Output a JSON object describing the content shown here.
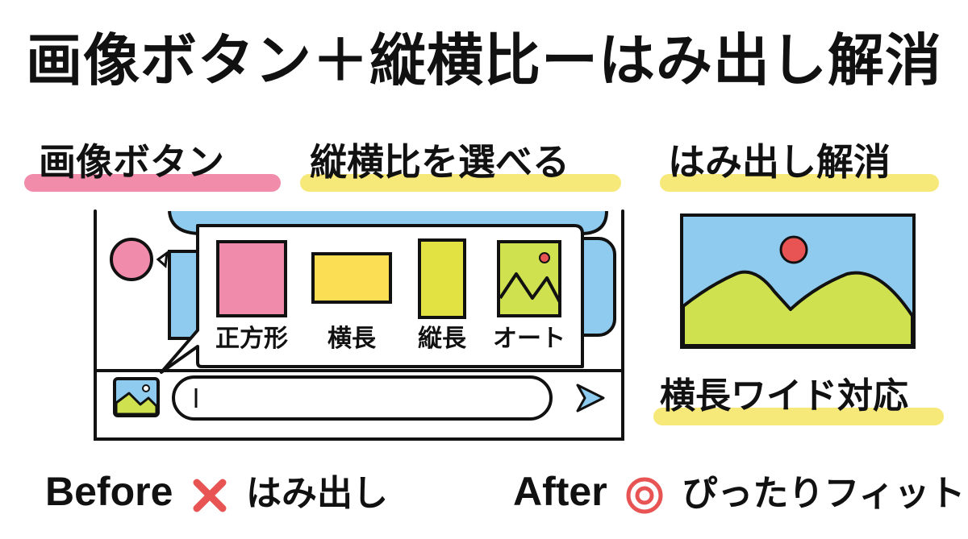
{
  "title": "画像ボタン＋縦横比ーはみ出し解消",
  "sections": {
    "image_button": {
      "label": "画像ボタン",
      "highlight": "#f07fa1"
    },
    "aspect_ratio": {
      "label": "縦横比を選べる",
      "highlight": "#f5e76a"
    },
    "overflow_fix": {
      "label": "はみ出し解消",
      "highlight": "#f5e76a"
    }
  },
  "popup": {
    "options": [
      {
        "label": "正方形",
        "color": "#f08bab"
      },
      {
        "label": "横長",
        "color": "#fbde53"
      },
      {
        "label": "縦長",
        "color": "#e3e243"
      },
      {
        "label": "オート",
        "color": "#cfe14e"
      }
    ]
  },
  "composer": {
    "input_value": "",
    "send": "send-icon"
  },
  "wide_caption": "横長ワイド対応",
  "footer": {
    "before_label": "Before",
    "before_text": "はみ出し",
    "after_label": "After",
    "after_text": "ぴったりフィット"
  },
  "colors": {
    "pink": "#f08bab",
    "blue": "#8fcbef",
    "yellow": "#fbde53",
    "green": "#cfe14e",
    "red": "#e85454"
  }
}
